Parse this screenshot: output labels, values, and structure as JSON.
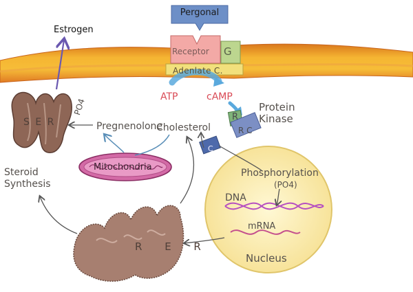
{
  "labels": {
    "estrogen": "Estrogen",
    "pergonal": "Pergonal",
    "receptor": "Receptor",
    "g": "G",
    "adenylate": "Adenlate C.",
    "atp": "ATP",
    "camp": "cAMP",
    "protein_kinase_line1": "Protein",
    "protein_kinase_line2": "Kinase",
    "pk_r": "R",
    "pk_rc": "R C",
    "pk_c": "C",
    "ser": "S E R",
    "po4_ser": "PO4",
    "pregnenolone": "Pregnenolone",
    "cholesterol": "Cholesterol",
    "mitochondria": "Mitochondria",
    "steroid_line1": "Steroid",
    "steroid_line2": "Synthesis",
    "phosphorylation": "Phosphorylation",
    "phos_po4": "(PO4)",
    "dna": "DNA",
    "mrna": "mRNA",
    "nucleus": "Nucleus",
    "rer": "R E R"
  },
  "colors": {
    "membrane_core": "#f3b02c",
    "membrane_edge": "#d77a1f",
    "pergonal_blue": "#6d8fc7",
    "receptor_pink": "#f2a6a6",
    "g_green": "#b9d38c",
    "adenylate_yellow": "#f3e27b",
    "atp_red": "#d94a55",
    "arrow_blue": "#5aa9dd",
    "er_brown": "#8e6656",
    "mito_magenta": "#c44f8d",
    "nucleus_yellow": "#fbedb1",
    "dna_purple": "#b64fc0"
  }
}
